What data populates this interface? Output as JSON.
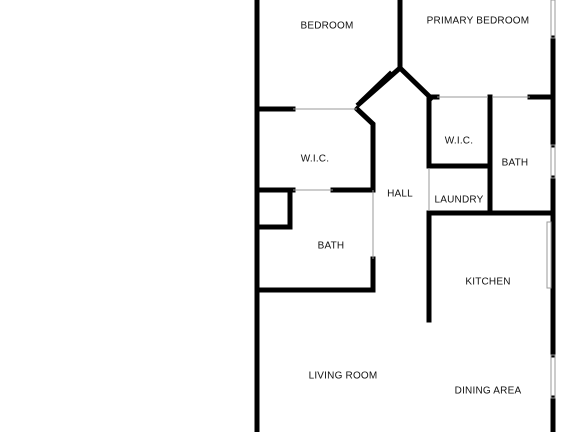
{
  "floor_plan": {
    "colors": {
      "wall": "#000000",
      "window": "#9a9a9a",
      "background": "#ffffff"
    },
    "rooms": {
      "bedroom": "BEDROOM",
      "primary_bedroom": "PRIMARY BEDROOM",
      "wic_left": "W.I.C.",
      "wic_right": "W.I.C.",
      "bath_right": "BATH",
      "hall": "HALL",
      "laundry": "LAUNDRY",
      "bath_left": "BATH",
      "kitchen": "KITCHEN",
      "living_room": "LIVING ROOM",
      "dining_area": "DINING AREA"
    }
  }
}
